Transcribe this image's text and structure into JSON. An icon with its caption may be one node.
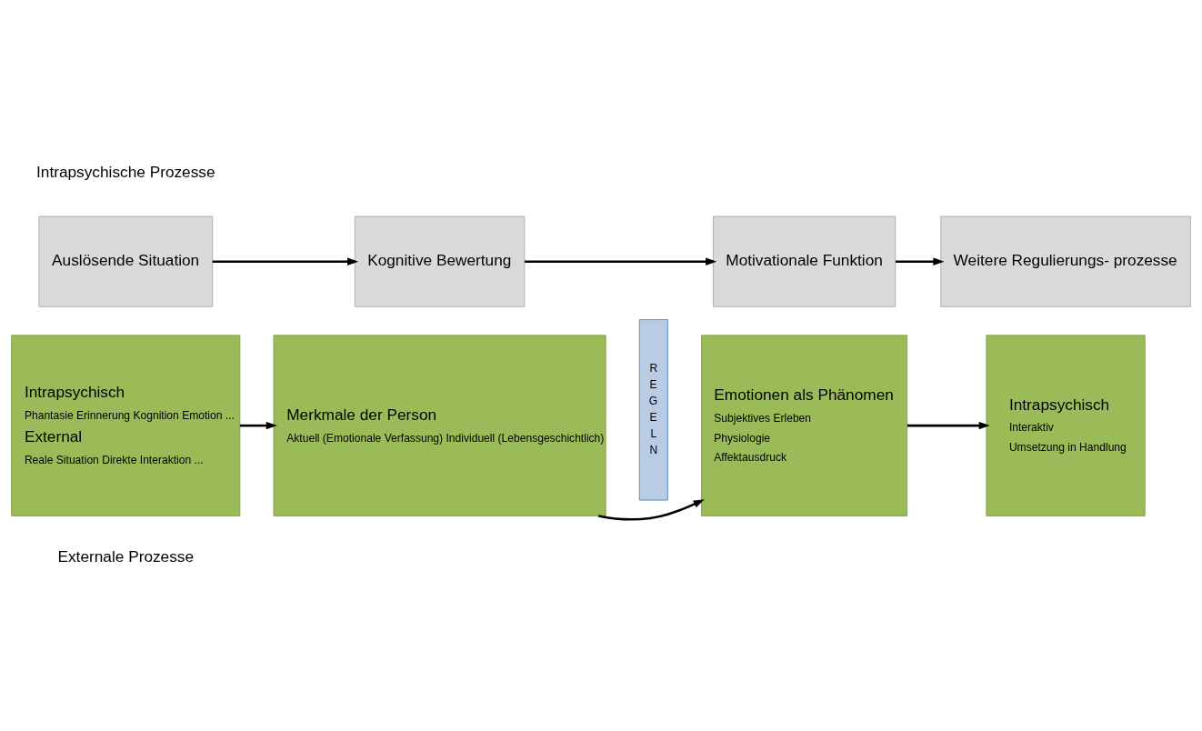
{
  "diagram": {
    "nodes": [
      {
        "text": [
          "Auslösende Situation"
        ]
      },
      {
        "text": [
          "Kognitive Bewertung"
        ]
      },
      {
        "text": [
          "Motivationale Funktion"
        ]
      },
      {
        "text": [
          "Weitere Regulierungs- prozesse"
        ]
      },
      {
        "text": [
          "Intrapsychisch",
          "Phantasie Erinnerung Kognition Emotion ...",
          "External",
          "Reale Situation Direkte Interaktion ..."
        ]
      },
      {
        "text": [
          "Merkmale der Person",
          "Aktuell (Emotionale Verfassung) Individuell (Lebensgeschichtlich)"
        ]
      },
      {
        "text": [
          "REGELN"
        ]
      },
      {
        "text": [
          "Emotionen als Phänomen",
          "Subjektives Erleben",
          "Physiologie",
          "Affektausdruck"
        ]
      },
      {
        "text": [
          "Intrapsychisch",
          "Interaktiv",
          "Umsetzung in Handlung"
        ]
      }
    ],
    "edges": [
      {
        "from": 0,
        "to": 1,
        "arrow": "to"
      },
      {
        "from": 1,
        "to": 2,
        "arrow": "to"
      },
      {
        "from": 2,
        "to": 3,
        "arrow": "to"
      },
      {
        "from": 4,
        "to": 5,
        "arrow": "to"
      },
      {
        "from": 5,
        "to": 7,
        "arrow": "to"
      },
      {
        "from": 7,
        "to": 8,
        "arrow": "to"
      }
    ],
    "labels": [
      "Intrapsychische Prozesse",
      "Externale Prozesse"
    ]
  }
}
